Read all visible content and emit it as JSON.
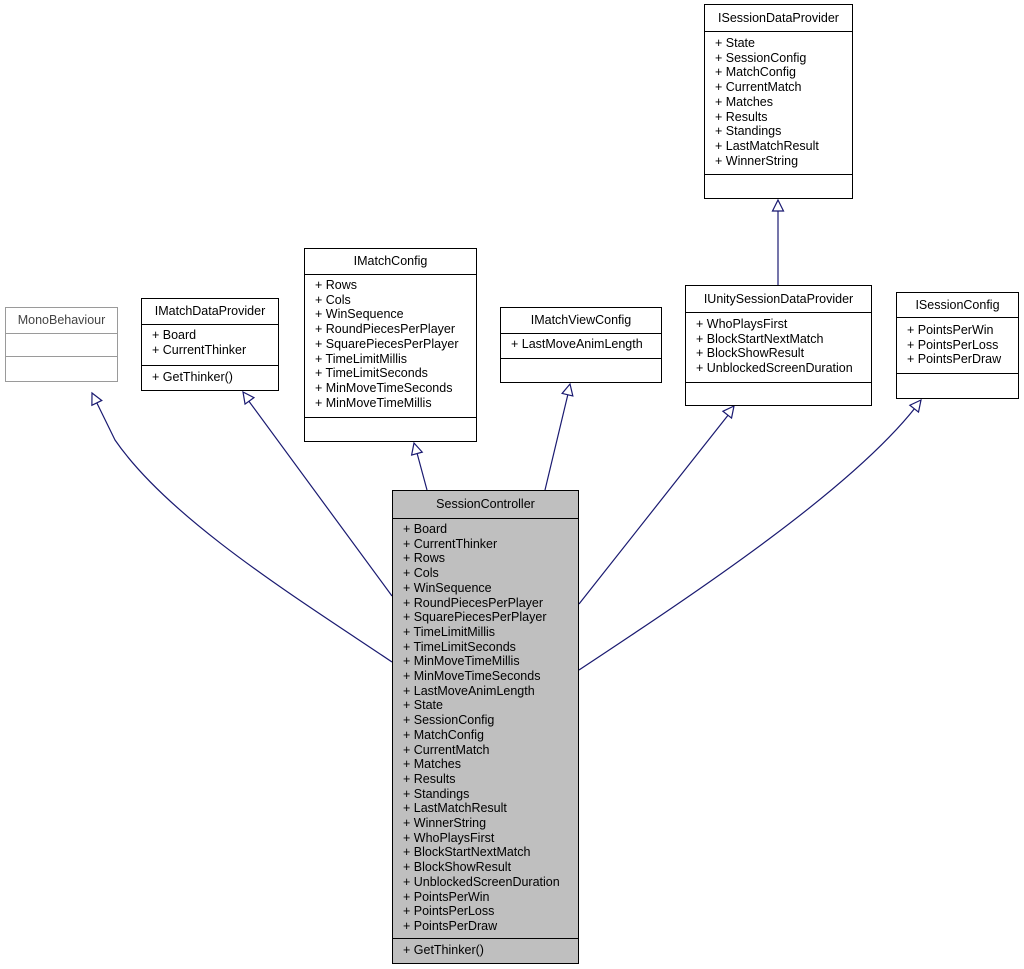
{
  "nodes": {
    "monobehaviour": {
      "name": "MonoBehaviour",
      "attributes": [],
      "operations": []
    },
    "imatchdataprovider": {
      "name": "IMatchDataProvider",
      "attributes": [
        "+ Board",
        "+ CurrentThinker"
      ],
      "operations": [
        "+ GetThinker()"
      ]
    },
    "imatchconfig": {
      "name": "IMatchConfig",
      "attributes": [
        "+ Rows",
        "+ Cols",
        "+ WinSequence",
        "+ RoundPiecesPerPlayer",
        "+ SquarePiecesPerPlayer",
        "+ TimeLimitMillis",
        "+ TimeLimitSeconds",
        "+ MinMoveTimeSeconds",
        "+ MinMoveTimeMillis"
      ],
      "operations": []
    },
    "imatchviewconfig": {
      "name": "IMatchViewConfig",
      "attributes": [
        "+ LastMoveAnimLength"
      ],
      "operations": []
    },
    "isessiondataprovider": {
      "name": "ISessionDataProvider",
      "attributes": [
        "+ State",
        "+ SessionConfig",
        "+ MatchConfig",
        "+ CurrentMatch",
        "+ Matches",
        "+ Results",
        "+ Standings",
        "+ LastMatchResult",
        "+ WinnerString"
      ],
      "operations": []
    },
    "iunitysessiondataprovider": {
      "name": "IUnitySessionDataProvider",
      "attributes": [
        "+ WhoPlaysFirst",
        "+ BlockStartNextMatch",
        "+ BlockShowResult",
        "+ UnblockedScreenDuration"
      ],
      "operations": []
    },
    "isessionconfig": {
      "name": "ISessionConfig",
      "attributes": [
        "+ PointsPerWin",
        "+ PointsPerLoss",
        "+ PointsPerDraw"
      ],
      "operations": []
    },
    "sessioncontroller": {
      "name": "SessionController",
      "attributes": [
        "+ Board",
        "+ CurrentThinker",
        "+ Rows",
        "+ Cols",
        "+ WinSequence",
        "+ RoundPiecesPerPlayer",
        "+ SquarePiecesPerPlayer",
        "+ TimeLimitMillis",
        "+ TimeLimitSeconds",
        "+ MinMoveTimeMillis",
        "+ MinMoveTimeSeconds",
        "+ LastMoveAnimLength",
        "+ State",
        "+ SessionConfig",
        "+ MatchConfig",
        "+ CurrentMatch",
        "+ Matches",
        "+ Results",
        "+ Standings",
        "+ LastMatchResult",
        "+ WinnerString",
        "+ WhoPlaysFirst",
        "+ BlockStartNextMatch",
        "+ BlockShowResult",
        "+ UnblockedScreenDuration",
        "+ PointsPerWin",
        "+ PointsPerLoss",
        "+ PointsPerDraw"
      ],
      "operations": [
        "+ GetThinker()"
      ]
    }
  },
  "edges": [
    {
      "from": "sessioncontroller",
      "to": "monobehaviour",
      "kind": "inheritance"
    },
    {
      "from": "sessioncontroller",
      "to": "imatchdataprovider",
      "kind": "inheritance"
    },
    {
      "from": "sessioncontroller",
      "to": "imatchconfig",
      "kind": "inheritance"
    },
    {
      "from": "sessioncontroller",
      "to": "imatchviewconfig",
      "kind": "inheritance"
    },
    {
      "from": "sessioncontroller",
      "to": "iunitysessiondataprovider",
      "kind": "inheritance"
    },
    {
      "from": "sessioncontroller",
      "to": "isessionconfig",
      "kind": "inheritance"
    },
    {
      "from": "iunitysessiondataprovider",
      "to": "isessiondataprovider",
      "kind": "inheritance"
    }
  ],
  "colors": {
    "edge": "#191970",
    "node_border": "#000000",
    "external_border": "#9a9a9a",
    "focus_fill": "#bfbfbf"
  }
}
